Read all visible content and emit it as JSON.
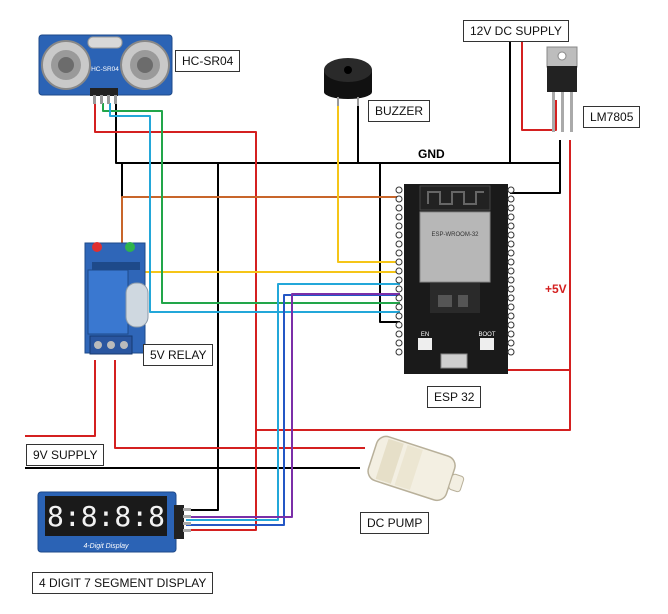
{
  "labels": {
    "hcsr04": "HC-SR04",
    "supply12": "12V DC SUPPLY",
    "lm7805": "LM7805",
    "buzzer": "BUZZER",
    "gnd": "GND",
    "plus5v": "+5V",
    "relay": "5V RELAY",
    "esp32": "ESP 32",
    "supply9": "9V SUPPLY",
    "pump": "DC PUMP",
    "display": "4 DIGIT 7 SEGMENT DISPLAY"
  },
  "component_text": {
    "sensor_print": "HC-SR04",
    "display_print": "4-Digit Display",
    "display_digits": "8:8:8:8",
    "esp_module": "ESP-WROOM-32",
    "esp_en": "EN",
    "esp_boot": "BOOT"
  },
  "colors": {
    "wire_red": "#d42020",
    "wire_black": "#000000",
    "wire_orange": "#c8652a",
    "wire_yellow": "#f5c518",
    "wire_green": "#22a64a",
    "wire_cyan": "#23a7d9",
    "wire_blue": "#2457c5",
    "wire_purple": "#7b2fa8",
    "sensor_blue": "#2b63b5",
    "esp_board": "#1a1a1a",
    "relay_blue": "#2f66b8",
    "plus5v_text": "#d42020"
  }
}
